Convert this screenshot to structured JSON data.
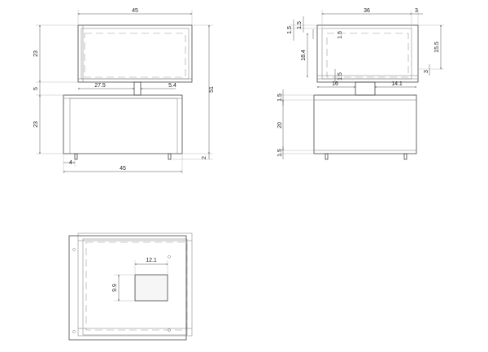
{
  "front_view": {
    "top_width": "45",
    "top_height": "23",
    "gap": "5",
    "bottom_height": "23",
    "total_height": "51",
    "left_offset": "27.5",
    "post_width": "5.4",
    "foot_height": "2",
    "foot_offset": "4",
    "bottom_width": "45"
  },
  "side_view": {
    "top_width": "36",
    "right_offset": "3",
    "top_margin_a": "1.5",
    "top_margin_b": "1.5",
    "top_margin_c": "1.5",
    "inner_height": "18.4",
    "right_height": "15.5",
    "right_small": "3",
    "bottom_margin": "1.5",
    "left_width": "16",
    "right_width": "14.1",
    "lower_top": "1.5",
    "lower_height": "20",
    "lower_bottom": "1.5"
  },
  "top_view": {
    "cutout_width": "12.1",
    "cutout_height": "9.9"
  }
}
